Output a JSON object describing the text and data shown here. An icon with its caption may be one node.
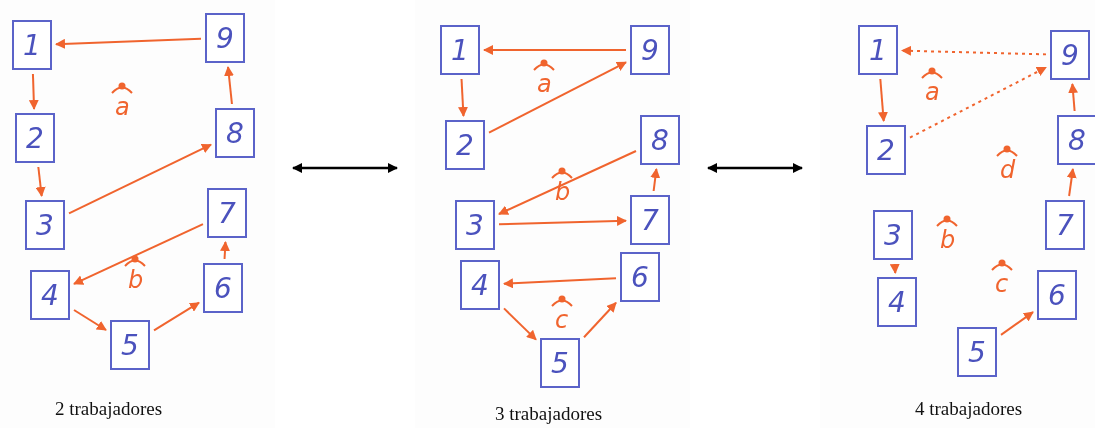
{
  "diagram": {
    "nodes": [
      {
        "text": [
          "2 trabajadores"
        ]
      },
      {
        "text": [
          "1"
        ],
        "in": 0
      },
      {
        "text": [
          "2"
        ],
        "in": 0
      },
      {
        "text": [
          "3"
        ],
        "in": 0
      },
      {
        "text": [
          "4"
        ],
        "in": 0
      },
      {
        "text": [
          "5"
        ],
        "in": 0
      },
      {
        "text": [
          "6"
        ],
        "in": 0
      },
      {
        "text": [
          "7"
        ],
        "in": 0
      },
      {
        "text": [
          "8"
        ],
        "in": 0
      },
      {
        "text": [
          "9"
        ],
        "in": 0
      },
      {
        "text": [
          "3 trabajadores"
        ]
      },
      {
        "text": [
          "1"
        ],
        "in": 10
      },
      {
        "text": [
          "2"
        ],
        "in": 10
      },
      {
        "text": [
          "3"
        ],
        "in": 10
      },
      {
        "text": [
          "4"
        ],
        "in": 10
      },
      {
        "text": [
          "5"
        ],
        "in": 10
      },
      {
        "text": [
          "6"
        ],
        "in": 10
      },
      {
        "text": [
          "7"
        ],
        "in": 10
      },
      {
        "text": [
          "8"
        ],
        "in": 10
      },
      {
        "text": [
          "9"
        ],
        "in": 10
      },
      {
        "text": [
          "4 trabajadores"
        ]
      },
      {
        "text": [
          "1"
        ],
        "in": 20
      },
      {
        "text": [
          "2"
        ],
        "in": 20
      },
      {
        "text": [
          "3"
        ],
        "in": 20
      },
      {
        "text": [
          "4"
        ],
        "in": 20
      },
      {
        "text": [
          "5"
        ],
        "in": 20
      },
      {
        "text": [
          "6"
        ],
        "in": 20
      },
      {
        "text": [
          "7"
        ],
        "in": 20
      },
      {
        "text": [
          "8"
        ],
        "in": 20
      },
      {
        "text": [
          "9"
        ],
        "in": 20
      }
    ],
    "edges": [
      {
        "from": 9,
        "to": 1,
        "arrow": "to"
      },
      {
        "from": 1,
        "to": 2,
        "arrow": "to"
      },
      {
        "from": 2,
        "to": 3,
        "arrow": "to"
      },
      {
        "from": 3,
        "to": 8,
        "arrow": "to"
      },
      {
        "from": 8,
        "to": 9,
        "arrow": "to"
      },
      {
        "from": 7,
        "to": 4,
        "arrow": "to"
      },
      {
        "from": 4,
        "to": 5,
        "arrow": "to"
      },
      {
        "from": 5,
        "to": 6,
        "arrow": "to"
      },
      {
        "from": 6,
        "to": 7,
        "arrow": "to"
      },
      {
        "from": 19,
        "to": 11,
        "arrow": "to"
      },
      {
        "from": 11,
        "to": 12,
        "arrow": "to"
      },
      {
        "from": 12,
        "to": 19,
        "arrow": "to"
      },
      {
        "from": 18,
        "to": 13,
        "arrow": "to"
      },
      {
        "from": 13,
        "to": 17,
        "arrow": "to"
      },
      {
        "from": 17,
        "to": 18,
        "arrow": "to"
      },
      {
        "from": 16,
        "to": 14,
        "arrow": "to"
      },
      {
        "from": 14,
        "to": 15,
        "arrow": "to"
      },
      {
        "from": 15,
        "to": 16,
        "arrow": "to"
      },
      {
        "from": 21,
        "to": 22,
        "arrow": "to"
      },
      {
        "from": 29,
        "to": 21,
        "arrow": "to",
        "style": "dashed"
      },
      {
        "from": 22,
        "to": 29,
        "arrow": "to",
        "style": "dashed"
      },
      {
        "from": 23,
        "to": 24,
        "arrow": "to"
      },
      {
        "from": 25,
        "to": 26,
        "arrow": "to"
      },
      {
        "from": 27,
        "to": 28,
        "arrow": "to"
      },
      {
        "from": 28,
        "to": 29,
        "arrow": "to"
      },
      {
        "from": 0,
        "to": 10,
        "arrow": "both",
        "color": "#000000"
      },
      {
        "from": 10,
        "to": 20,
        "arrow": "both",
        "color": "#000000"
      }
    ],
    "labels": [
      "a",
      "b",
      "a",
      "b",
      "c",
      "a",
      "b",
      "c",
      "d"
    ]
  }
}
